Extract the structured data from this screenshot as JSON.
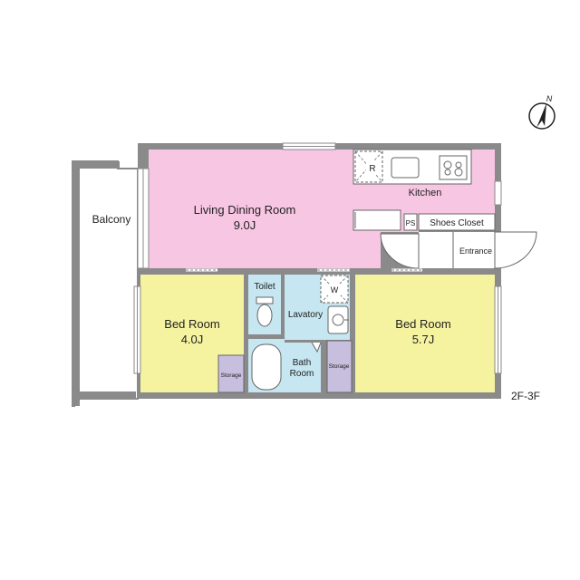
{
  "floorplan": {
    "compass_label": "N",
    "floor_label": "2F-3F",
    "rooms": {
      "balcony": {
        "label": "Balcony"
      },
      "ldk": {
        "name": "Living Dining Room",
        "size": "9.0J"
      },
      "kitchen": {
        "label": "Kitchen"
      },
      "shoes_closet": {
        "label": "Shoes Closet"
      },
      "ps": {
        "label": "PS"
      },
      "entrance": {
        "label": "Entrance"
      },
      "bedroom_left": {
        "name": "Bed Room",
        "size": "4.0J"
      },
      "bedroom_right": {
        "name": "Bed Room",
        "size": "5.7J"
      },
      "toilet": {
        "label": "Toilet"
      },
      "lavatory": {
        "label": "Lavatory"
      },
      "bath": {
        "line1": "Bath",
        "line2": "Room"
      },
      "storage_left": {
        "label": "Storage"
      },
      "storage_right": {
        "label": "Storage"
      }
    },
    "fixtures": {
      "refrigerator": "R",
      "washer": "W"
    },
    "colors": {
      "living": "#f7c6e3",
      "bedroom": "#f5f3a0",
      "wet": "#c6e6f1",
      "storage": "#c8bede",
      "wall": "#8a8a8a",
      "balcony": "#ffffff"
    }
  }
}
